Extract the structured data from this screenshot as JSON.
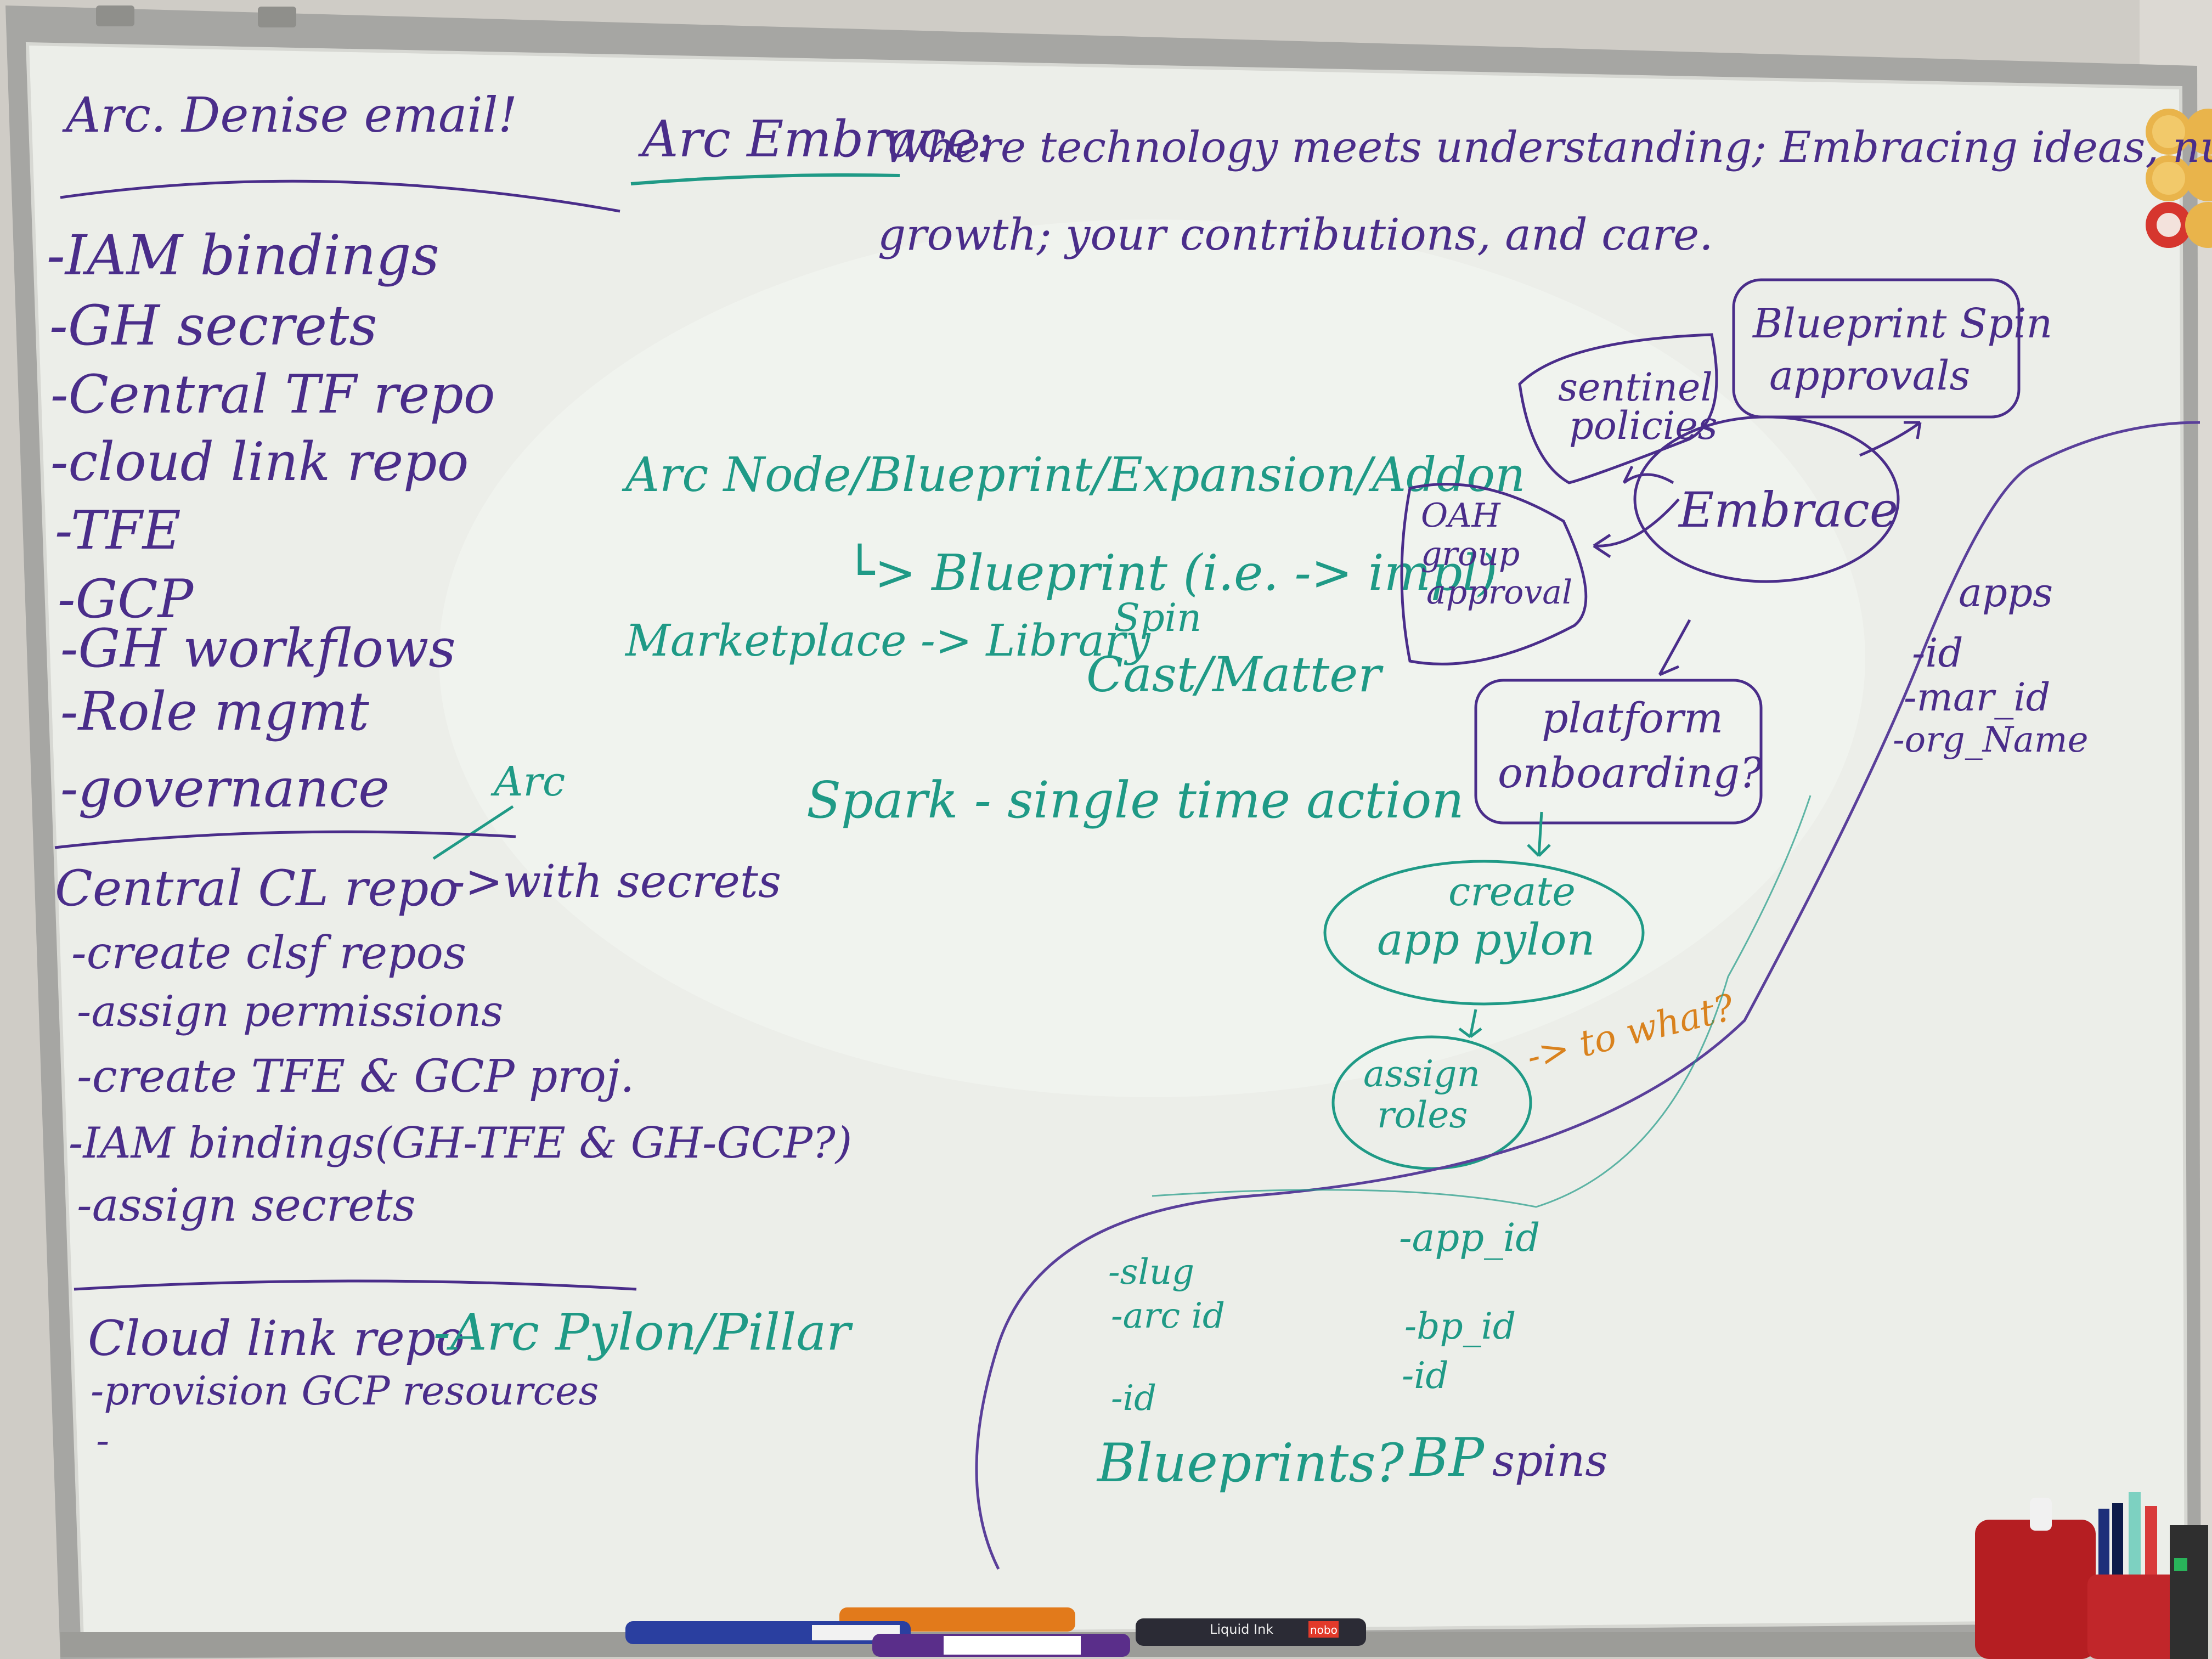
{
  "colors": {
    "wall": "#cfccc6",
    "frame": "#a9a9a6",
    "board": "#eeefea",
    "purple_ink": "#4a2d8a",
    "teal_ink": "#1f9a86",
    "orange_ink": "#d9821e"
  },
  "left_column": {
    "heading": "Arc. Denise email!",
    "items": [
      "-IAM bindings",
      "-GH secrets",
      "-Central TF repo",
      "-cloud link repo",
      "-TFE",
      "-GCP",
      "-GH workflows",
      "-Role mgmt",
      "-governance"
    ],
    "arc_tag": "Arc",
    "central_section": {
      "title": "Central CL repo",
      "with_secrets": "->with secrets",
      "items": [
        "-create clsf repos",
        "-assign permissions",
        "-create TFE & GCP proj.",
        "-IAM bindings(GH-TFE & GH-GCP?)",
        "-assign secrets"
      ]
    },
    "cloud_section": {
      "title": "Cloud link repo",
      "tag": "-Arc Pylon/Pillar",
      "items": [
        "-provision GCP resources",
        "-"
      ]
    }
  },
  "top_banner": {
    "prefix": "Arc Embrace:",
    "line1": "Where technology meets understanding; Embracing ideas, nurturing",
    "line2": "growth; your contributions, and care."
  },
  "middle": {
    "node_line": "Arc Node/Blueprint/Expansion/Addon",
    "blueprint_line": "└> Blueprint (i.e. -> impl)",
    "marketplace_line": "Marketplace -> Library",
    "spin": "Spin",
    "cast": "Cast/Matter",
    "spark": "Spark - single time action"
  },
  "diagram": {
    "sentinel": [
      "sentinel",
      "policies"
    ],
    "blueprint_spin": [
      "Blueprint Spin",
      "approvals"
    ],
    "embrace": "Embrace",
    "group_approval": [
      "OAH",
      "group",
      "approval"
    ],
    "platform_onboarding": [
      "platform",
      "onboarding?"
    ],
    "create_app_pylon": [
      "create",
      "app pylon"
    ],
    "assign_roles": [
      "assign",
      "roles"
    ],
    "to_what": "-> to what?"
  },
  "apps_list": {
    "title": "apps",
    "items": [
      "-id",
      "-mar_id",
      "-org_Name"
    ]
  },
  "bottom_fields": {
    "left": [
      "-slug",
      "-arc id",
      "-id"
    ],
    "right": [
      "-app_id",
      "-bp_id",
      "-id"
    ],
    "blueprints": "Blueprints?",
    "bp": "BP",
    "spins": "spins"
  },
  "markers": {
    "liquid_ink": "Liquid Ink",
    "nobo": "nobo"
  }
}
